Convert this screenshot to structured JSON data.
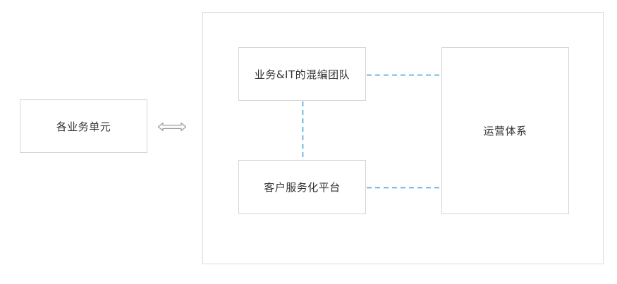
{
  "nodes": {
    "business_units": "各业务单元",
    "team": "业务&IT的混编团队",
    "platform": "客户服务化平台",
    "operations": "运营体系"
  },
  "colors": {
    "border": "#d4d4d4",
    "dashed_line": "#3aa0d8",
    "arrow": "#9a9a9a",
    "text": "#333333"
  }
}
